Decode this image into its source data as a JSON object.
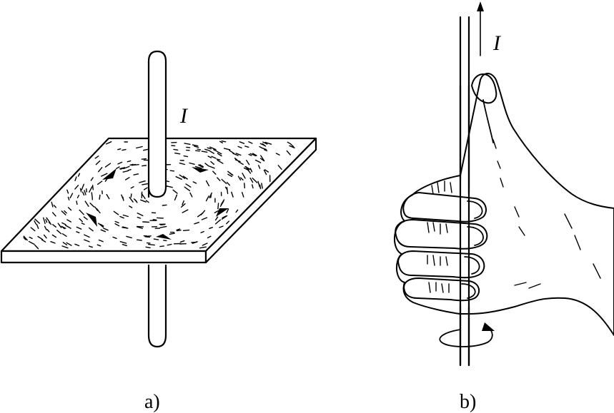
{
  "panel_a": {
    "current_label": "I",
    "caption": "a)"
  },
  "panel_b": {
    "current_label": "I",
    "caption": "b)"
  }
}
